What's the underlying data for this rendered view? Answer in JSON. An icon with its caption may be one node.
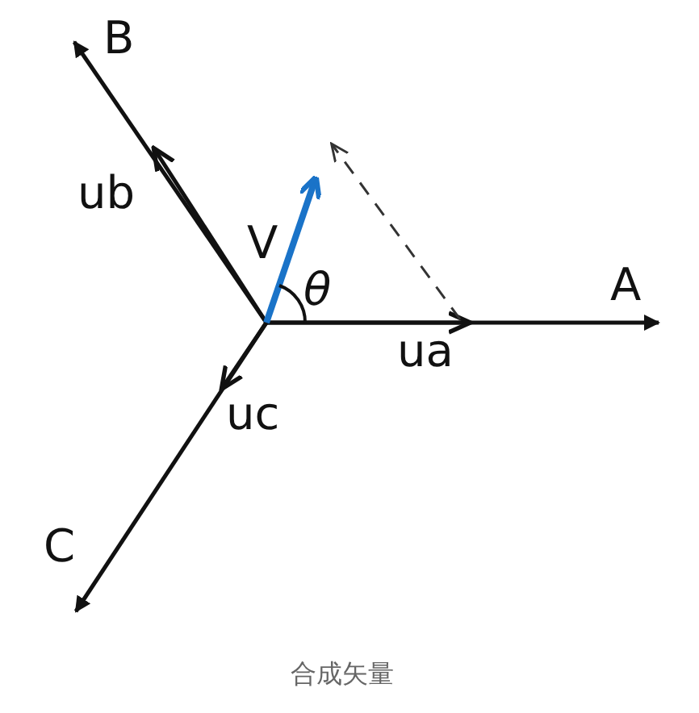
{
  "diagram": {
    "caption": "合成矢量",
    "labels": [
      "B",
      "ub",
      "V",
      "θ",
      "A",
      "ua",
      "uc",
      "C"
    ]
  }
}
